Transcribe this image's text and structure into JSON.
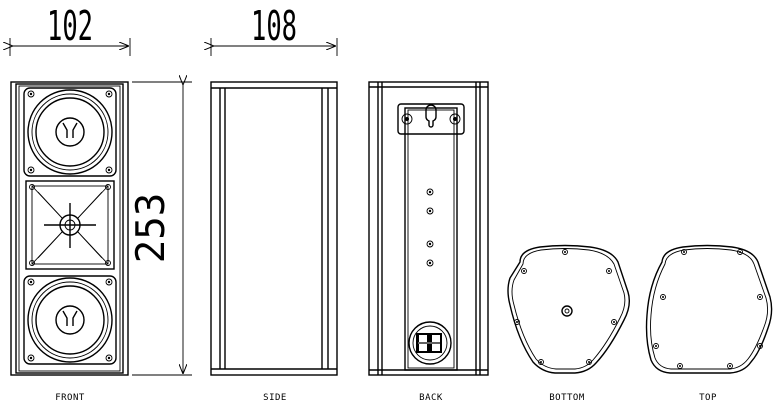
{
  "dimensions": {
    "front_width": "102",
    "side_depth": "108",
    "height": "253"
  },
  "views": {
    "front": "FRONT",
    "side": "SIDE",
    "back": "BACK",
    "bottom": "BOTTOM",
    "top": "TOP"
  }
}
